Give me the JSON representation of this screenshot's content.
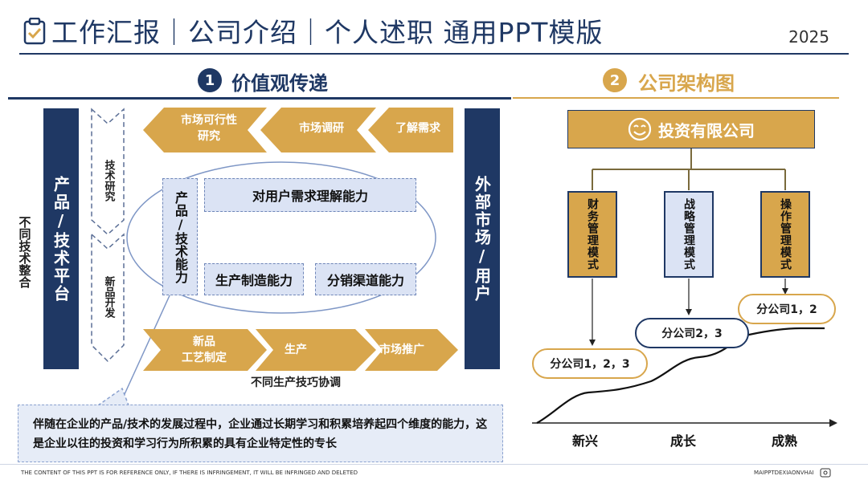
{
  "header": {
    "title": "工作汇报｜公司介绍｜个人述职 通用PPT模版",
    "year": "2025",
    "icon": "clipboard-check-icon"
  },
  "section1": {
    "number": "1",
    "title": "价值观传递",
    "side_label": "不同技术整合",
    "left_bar": "产品/技术平台",
    "right_bar": "外部市场/用户",
    "chevron_top": "技术研究",
    "chevron_bottom": "新品开发",
    "top_arrows": [
      "市场可行性\n研究",
      "市场调研",
      "了解需求"
    ],
    "core": "产品/技术能力",
    "capabilities": [
      "对用户需求理解能力",
      "生产制造能力",
      "分销渠道能力"
    ],
    "bottom_arrows": [
      "新品\n工艺制定",
      "生产",
      "市场推广"
    ],
    "bottom_caption": "不同生产技巧协调",
    "note": "伴随在企业的产品/技术的发展过程中，企业通过长期学习和积累培养起四个维度的能力，这是企业以往的投资和学习行为所积累的具有企业特定性的专长"
  },
  "section2": {
    "number": "2",
    "title": "公司架构图",
    "top_company": "投资有限公司",
    "top_icon": "smiley-icon",
    "modes": [
      "财务管理模式",
      "战略管理模式",
      "操作管理模式"
    ],
    "branches": [
      "分公司1，2，3",
      "分公司2，3",
      "分公司1，2"
    ],
    "stages": [
      "新兴",
      "成长",
      "成熟"
    ]
  },
  "footer": {
    "left": "THE CONTENT OF THIS PPT IS FOR REFERENCE ONLY, IF THERE IS INFRINGEMENT, IT WILL BE INFRINGED AND DELETED",
    "right": "MAIPPTDEXIAONVHAI"
  },
  "colors": {
    "navy": "#1f3864",
    "gold": "#d8a64c",
    "light_blue": "#dbe3f4"
  }
}
